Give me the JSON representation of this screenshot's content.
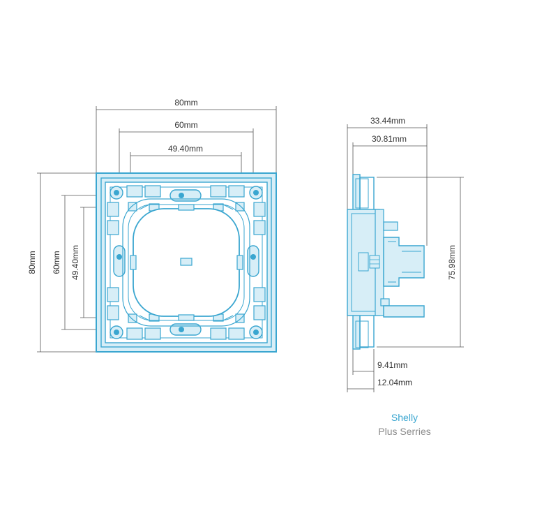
{
  "front_view": {
    "width_outer": "80mm",
    "width_mid": "60mm",
    "width_inner": "49.40mm",
    "height_outer": "80mm",
    "height_mid": "60mm",
    "height_inner": "49.40mm"
  },
  "side_view": {
    "depth_total": "33.44mm",
    "depth_body": "30.81mm",
    "height": "75.98mm",
    "front_thickness_a": "9.41mm",
    "front_thickness_b": "12.04mm"
  },
  "brand": {
    "name": "Shelly",
    "series": "Plus Serries",
    "name_color": "#3aa6d0",
    "series_color": "#8a8a8a"
  },
  "colors": {
    "outline": "#3aa6d0",
    "fill": "#d7eef7",
    "dimension_line": "#555555"
  }
}
